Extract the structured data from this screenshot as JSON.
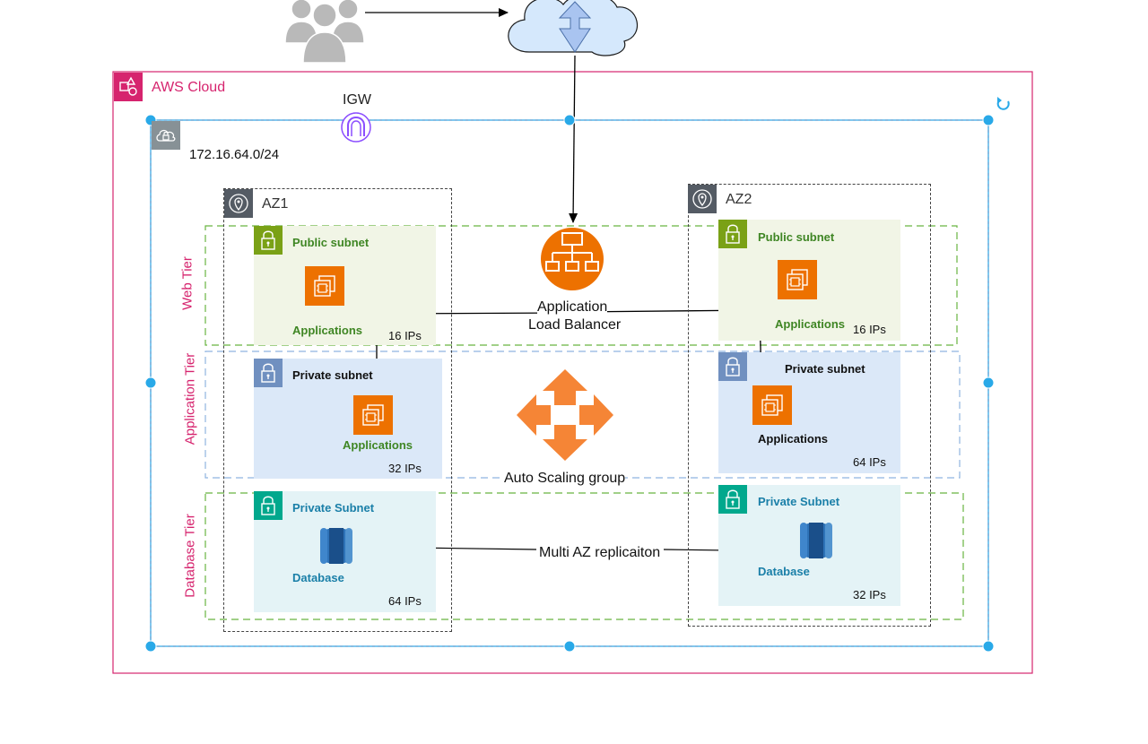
{
  "diagram": {
    "cloud_title": "AWS Cloud",
    "igw_label": "IGW",
    "vpc_cidr": "172.16.64.0/24",
    "az1_label": "AZ1",
    "az2_label": "AZ2",
    "tiers": {
      "web": "Web Tier",
      "app": "Application Tier",
      "db": "Database Tier"
    },
    "alb_label_line1": "Application",
    "alb_label_line2": "Load Balancer",
    "asg_label": "Auto Scaling group",
    "replication_label": "Multi AZ replicaiton",
    "az1": {
      "public": {
        "title": "Public subnet",
        "app_label": "Applications",
        "ips": "16 IPs"
      },
      "private_app": {
        "title": "Private subnet",
        "app_label": "Applications",
        "ips": "32 IPs"
      },
      "private_db": {
        "title": "Private Subnet",
        "db_label": "Database",
        "ips": "64 IPs"
      }
    },
    "az2": {
      "public": {
        "title": "Public subnet",
        "app_label": "Applications",
        "ips": "16 IPs"
      },
      "private_app": {
        "title": "Private subnet",
        "app_label": "Applications",
        "ips": "64 IPs"
      },
      "private_db": {
        "title": "Private Subnet",
        "db_label": "Database",
        "ips": "32 IPs"
      }
    },
    "colors": {
      "aws_cloud": "#d6246e",
      "vpc": "#3b8fcf",
      "public_green": "#3f8624",
      "public_bg": "#f1f5e6",
      "app_blue_bg": "#dbe8f8",
      "app_lock": "#7090c0",
      "db_teal": "#1a7fa8",
      "db_bg": "#e4f3f6",
      "orange": "#ed7100",
      "selection": "#29a9e8"
    }
  }
}
